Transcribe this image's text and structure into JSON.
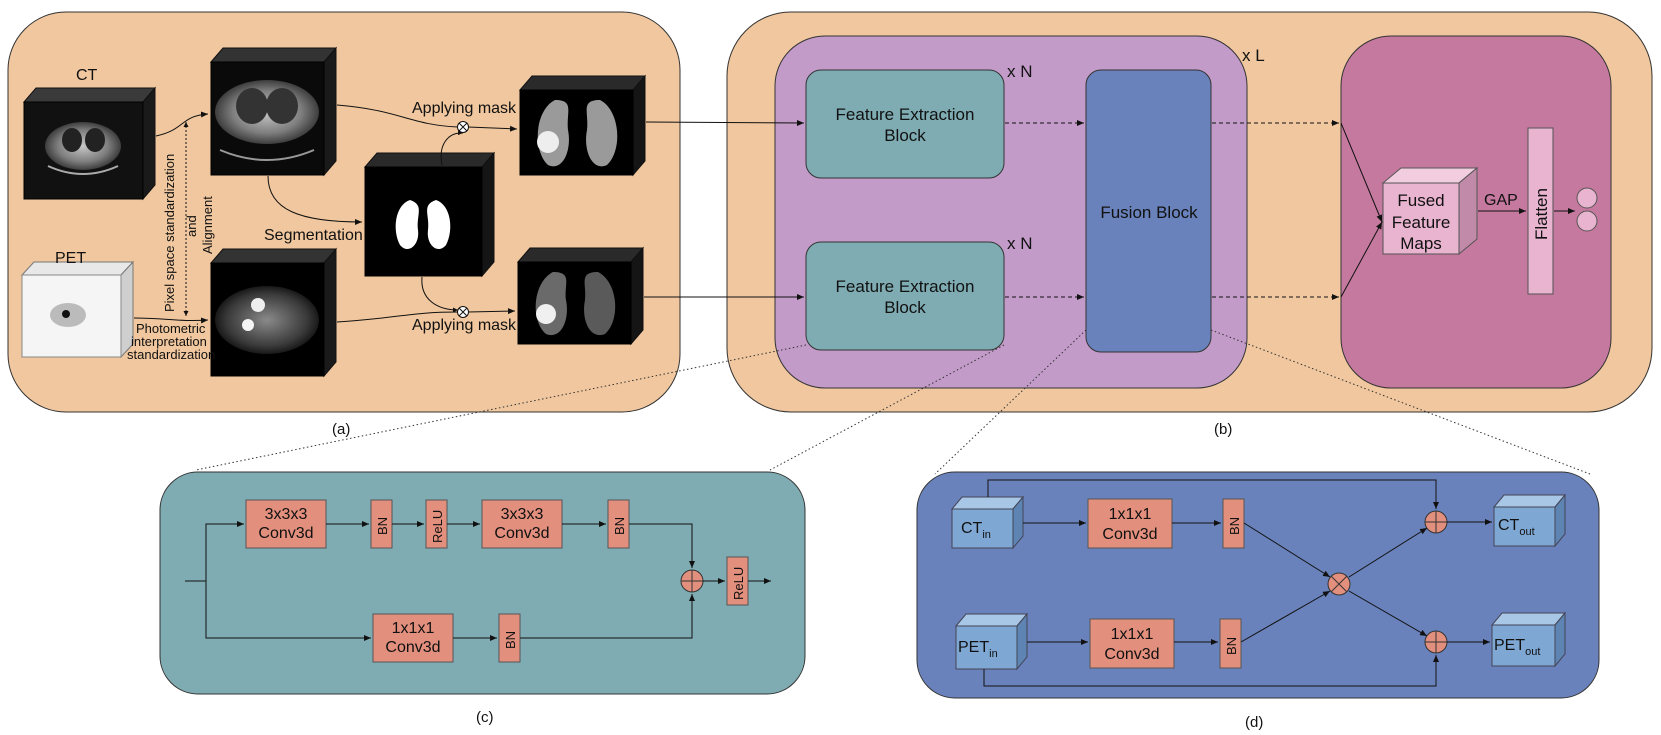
{
  "panel_a": {
    "ct_label": "CT",
    "pet_label": "PET",
    "pixel_std_label": "Pixel space standardization",
    "and_label": "and",
    "alignment_label": "Alignment",
    "photometric_line1": "Photometric",
    "photometric_line2": "interpretation",
    "photometric_line3": "standardization",
    "segmentation_label": "Segmentation",
    "applying_mask_top": "Applying mask",
    "applying_mask_bottom": "Applying mask",
    "caption": "(a)"
  },
  "panel_b": {
    "feature_block_top_line1": "Feature Extraction",
    "feature_block_top_line2": "Block",
    "feature_block_bottom_line1": "Feature Extraction",
    "feature_block_bottom_line2": "Block",
    "repeat_n_top": "x N",
    "repeat_n_bottom": "x N",
    "repeat_l": "x L",
    "fusion_block_label": "Fusion Block",
    "fused_line1": "Fused",
    "fused_line2": "Feature",
    "fused_line3": "Maps",
    "gap_label": "GAP",
    "flatten_label": "Flatten",
    "caption": "(b)"
  },
  "panel_c": {
    "conv3_a_line1": "3x3x3",
    "conv3_a_line2": "Conv3d",
    "bn_1": "BN",
    "relu_1": "ReLU",
    "conv3_b_line1": "3x3x3",
    "conv3_b_line2": "Conv3d",
    "bn_2": "BN",
    "relu_out": "ReLU",
    "conv1_line1": "1x1x1",
    "conv1_line2": "Conv3d",
    "bn_3": "BN",
    "caption": "(c)"
  },
  "panel_d": {
    "ct_in": "CT",
    "ct_in_sub": "in",
    "pet_in": "PET",
    "pet_in_sub": "in",
    "conv_top_line1": "1x1x1",
    "conv_top_line2": "Conv3d",
    "conv_bottom_line1": "1x1x1",
    "conv_bottom_line2": "Conv3d",
    "bn_top": "BN",
    "bn_bottom": "BN",
    "ct_out": "CT",
    "ct_out_sub": "out",
    "pet_out": "PET",
    "pet_out_sub": "out",
    "caption": "(d)"
  },
  "colors": {
    "panel_bg": "#f0c79e",
    "encoder_bg": "#c39bc9",
    "head_bg": "#c5799f",
    "feature_block": "#7eacb2",
    "fusion_block": "#6a82bb",
    "conv_layer": "#e28f7d",
    "input_cube": "#7ea7d4",
    "fused_cube": "#e8b4cf"
  }
}
